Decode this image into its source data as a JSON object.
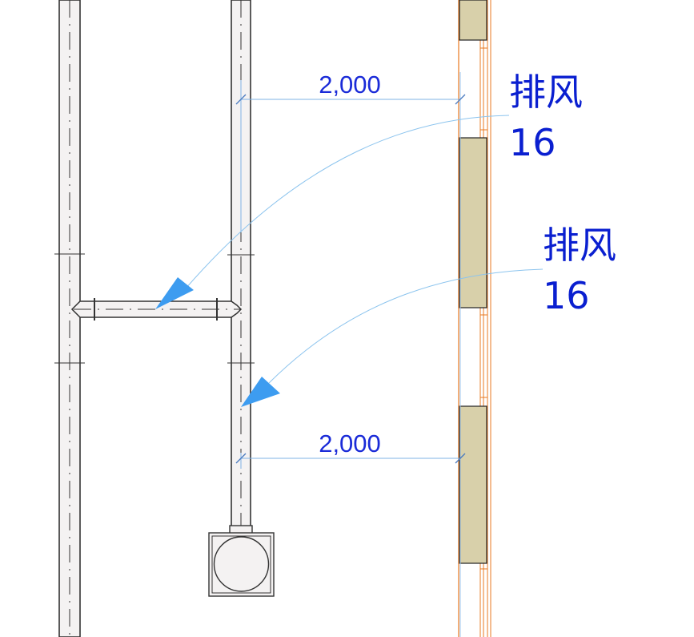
{
  "drawing": {
    "dimensions": [
      {
        "value": "2,000"
      },
      {
        "value": "2,000"
      }
    ],
    "tags": [
      {
        "system": "排风",
        "number": "16"
      },
      {
        "system": "排风",
        "number": "16"
      }
    ]
  },
  "colors": {
    "background": "#ffffff",
    "pipe_outline": "#333333",
    "pipe_fill": "#f4f2f2",
    "dimension_line": "#7fb3e6",
    "dimension_text": "#1a2bd8",
    "tag_text": "#0a1fd0",
    "arrow_fill": "#3d9cf0",
    "leader_line": "#8cc4ee",
    "wall_line": "#e87820",
    "panel_fill": "#d8d0aa",
    "panel_stroke": "#222222"
  },
  "icons": {
    "fitting": "square-box-with-circle-icon",
    "arrowhead": "filled-triangle-arrow-icon"
  }
}
